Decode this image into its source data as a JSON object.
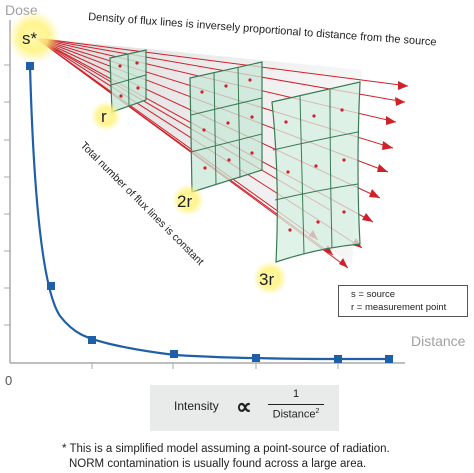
{
  "axes": {
    "y_label": "Dose",
    "x_label": "Distance",
    "origin_label": "0"
  },
  "labels": {
    "source": "s*",
    "r1": "r",
    "r2": "2r",
    "r3": "3r",
    "top_caption": "Density of flux lines is inversely proportional to distance from the source",
    "diagonal_caption": "Total number of flux lines is constant"
  },
  "legend": {
    "line1": "s = source",
    "line2": "r = measurement point"
  },
  "formula": {
    "lhs": "Intensity",
    "symbol": "∝",
    "numerator": "1",
    "denominator": "Distance",
    "exponent": "2"
  },
  "footnote": {
    "line1": "* This is a simplified model assuming a point-source of radiation.",
    "line2": "NORM contamination is usually found across a large area."
  },
  "colors": {
    "curve": "#1f5fa8",
    "arrows": "#d0202a",
    "panel_fill": "#c8e8d8",
    "panel_stroke": "#3a7a55",
    "glow": "#fff27a",
    "axis": "#aaaaaa"
  }
}
